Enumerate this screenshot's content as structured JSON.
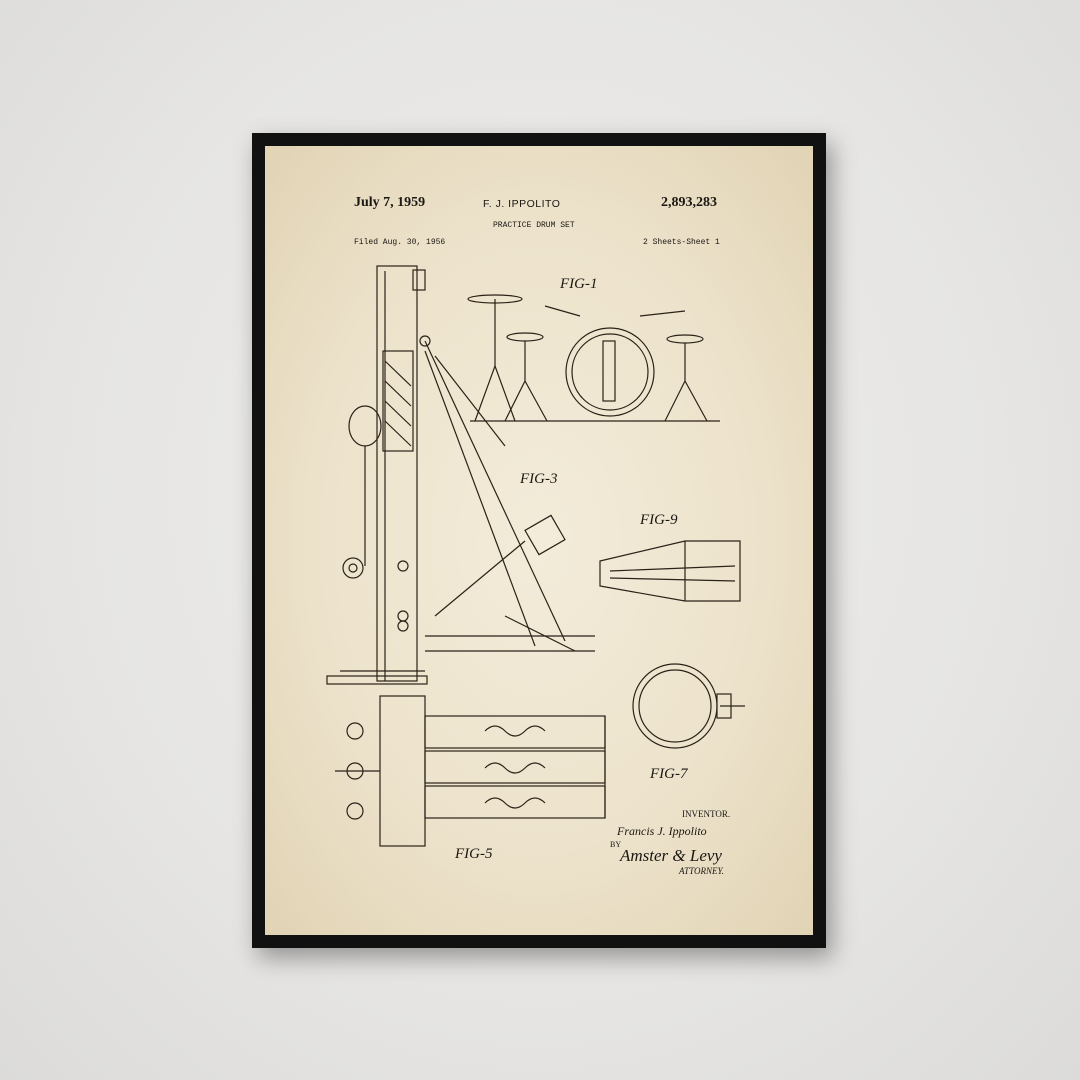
{
  "patent": {
    "date": "July 7, 1959",
    "inventor_header": "F. J. IPPOLITO",
    "number": "2,893,283",
    "title": "PRACTICE DRUM SET",
    "filed": "Filed Aug. 30, 1956",
    "sheets": "2 Sheets-Sheet 1"
  },
  "signature": {
    "inventor_label": "INVENTOR.",
    "inventor_name": "Francis J. Ippolito",
    "by": "BY",
    "attorney_name": "Amster & Levy",
    "attorney_label": "ATTORNEY."
  },
  "figures": [
    "FIG-1",
    "FIG-3",
    "FIG-9",
    "FIG-7",
    "FIG-5"
  ]
}
